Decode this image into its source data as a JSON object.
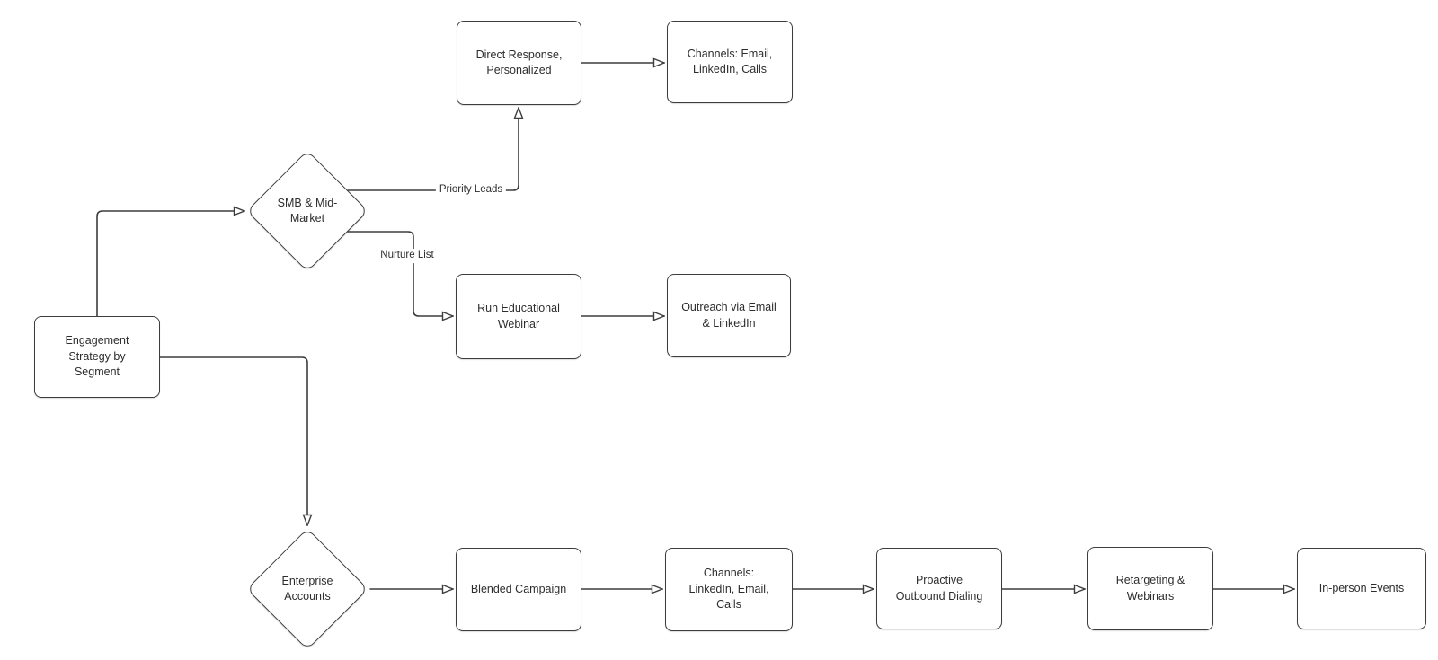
{
  "diagram": {
    "nodes": {
      "engagement": {
        "label": "Engagement\nStrategy by\nSegment"
      },
      "smb": {
        "label": "SMB & Mid-\nMarket"
      },
      "direct_response": {
        "label": "Direct Response,\nPersonalized"
      },
      "channels_email": {
        "label": "Channels: Email,\nLinkedIn, Calls"
      },
      "run_webinar": {
        "label": "Run Educational\nWebinar"
      },
      "outreach": {
        "label": "Outreach via Email\n& LinkedIn"
      },
      "enterprise": {
        "label": "Enterprise\nAccounts"
      },
      "blended": {
        "label": "Blended Campaign"
      },
      "channels_linkedin": {
        "label": "Channels:\nLinkedIn, Email,\nCalls"
      },
      "proactive": {
        "label": "Proactive\nOutbound Dialing"
      },
      "retargeting": {
        "label": "Retargeting &\nWebinars"
      },
      "inperson": {
        "label": "In-person Events"
      }
    },
    "edge_labels": {
      "priority_leads": "Priority Leads",
      "nurture_list": "Nurture List"
    },
    "colors": {
      "stroke": "#3d3d3d",
      "text": "#2d2d2d",
      "node_fill": "#ffffff",
      "background": "#ffffff"
    }
  }
}
